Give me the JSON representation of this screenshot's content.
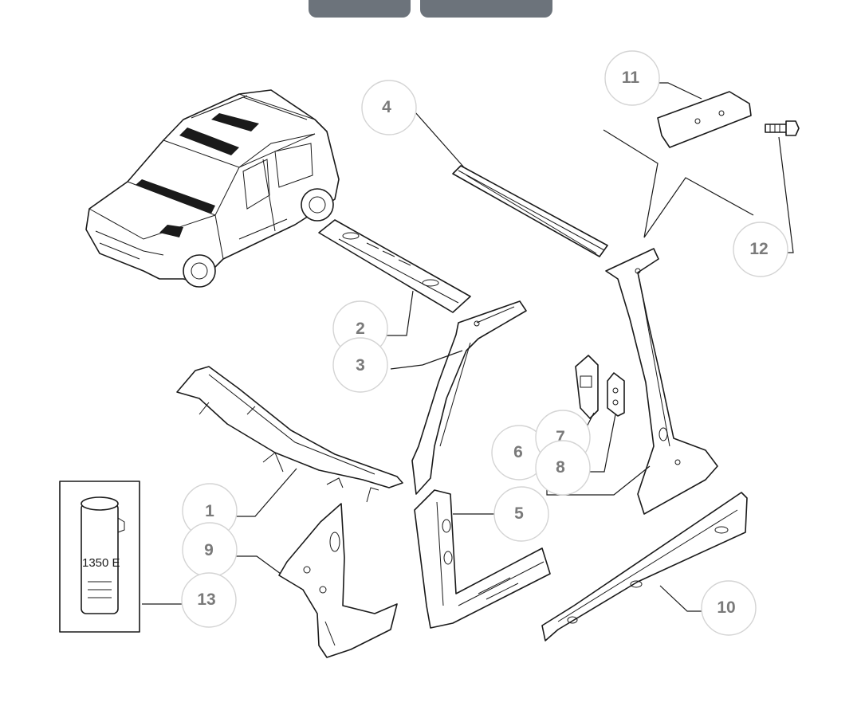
{
  "header": {
    "tabs": [
      {
        "label": ""
      },
      {
        "label": ""
      }
    ]
  },
  "diagram": {
    "callouts": [
      {
        "number": "1"
      },
      {
        "number": "2"
      },
      {
        "number": "3"
      },
      {
        "number": "4"
      },
      {
        "number": "5"
      },
      {
        "number": "6"
      },
      {
        "number": "7"
      },
      {
        "number": "8"
      },
      {
        "number": "9"
      },
      {
        "number": "10"
      },
      {
        "number": "11"
      },
      {
        "number": "12"
      },
      {
        "number": "13"
      }
    ],
    "product_label": "1350 E"
  }
}
